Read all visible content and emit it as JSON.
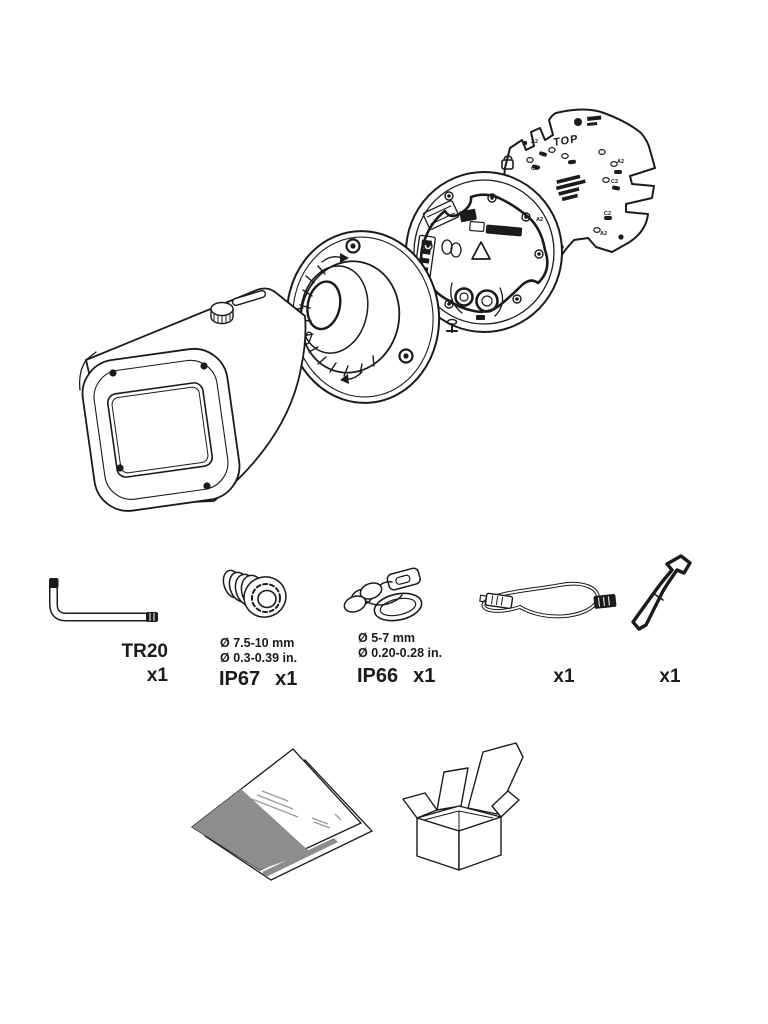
{
  "colors": {
    "ink": "#1b1b1b",
    "doc_gray": "#8d8d8d",
    "doc_line_gray": "#9a9a9a"
  },
  "exploded_view": {
    "mounting_plate": {
      "orientation_label": "TOP",
      "hole_labels": [
        "A2",
        "C2",
        "A2",
        "C2",
        "C2",
        "A2",
        "A2"
      ]
    }
  },
  "accessories": [
    {
      "id": "torx-key",
      "label": "TR20",
      "qty": "x1"
    },
    {
      "id": "grommet-ip67",
      "size_mm": "Ø 7.5-10 mm",
      "size_in": "Ø 0.3-0.39 in.",
      "rating": "IP67",
      "qty": "x1"
    },
    {
      "id": "grommet-ip66",
      "size_mm": "Ø 5-7 mm",
      "size_in": "Ø 0.20-0.28 in.",
      "rating": "IP66",
      "qty": "x1"
    },
    {
      "id": "network-cable",
      "qty": "x1"
    },
    {
      "id": "screwdriver",
      "qty": "x1"
    }
  ]
}
